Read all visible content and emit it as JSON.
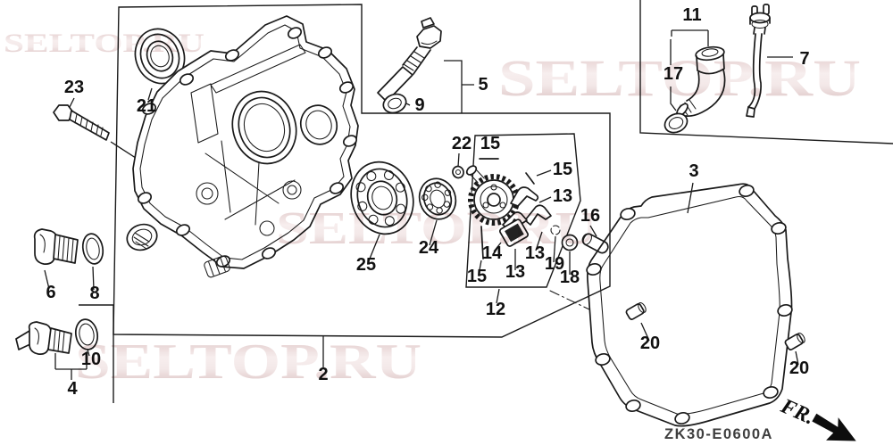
{
  "watermark": {
    "text": "SELTOP.RU"
  },
  "diagram_code": "ZK30-E0600A",
  "direction_label": "FR.",
  "colors": {
    "background": "#ffffff",
    "ink": "#1a1a1a",
    "watermark_edge": "#d6b7b7",
    "watermark_core": "#f6ecec"
  },
  "callouts": [
    {
      "number": "23"
    },
    {
      "number": "21"
    },
    {
      "number": "5"
    },
    {
      "number": "9"
    },
    {
      "number": "22"
    },
    {
      "number": "15"
    },
    {
      "number": "15"
    },
    {
      "number": "13"
    },
    {
      "number": "16"
    },
    {
      "number": "14"
    },
    {
      "number": "13"
    },
    {
      "number": "19"
    },
    {
      "number": "18"
    },
    {
      "number": "13"
    },
    {
      "number": "15"
    },
    {
      "number": "12"
    },
    {
      "number": "25"
    },
    {
      "number": "24"
    },
    {
      "number": "2"
    },
    {
      "number": "3"
    },
    {
      "number": "20"
    },
    {
      "number": "20"
    },
    {
      "number": "6"
    },
    {
      "number": "8"
    },
    {
      "number": "10"
    },
    {
      "number": "4"
    },
    {
      "number": "11"
    },
    {
      "number": "17"
    },
    {
      "number": "7"
    }
  ]
}
